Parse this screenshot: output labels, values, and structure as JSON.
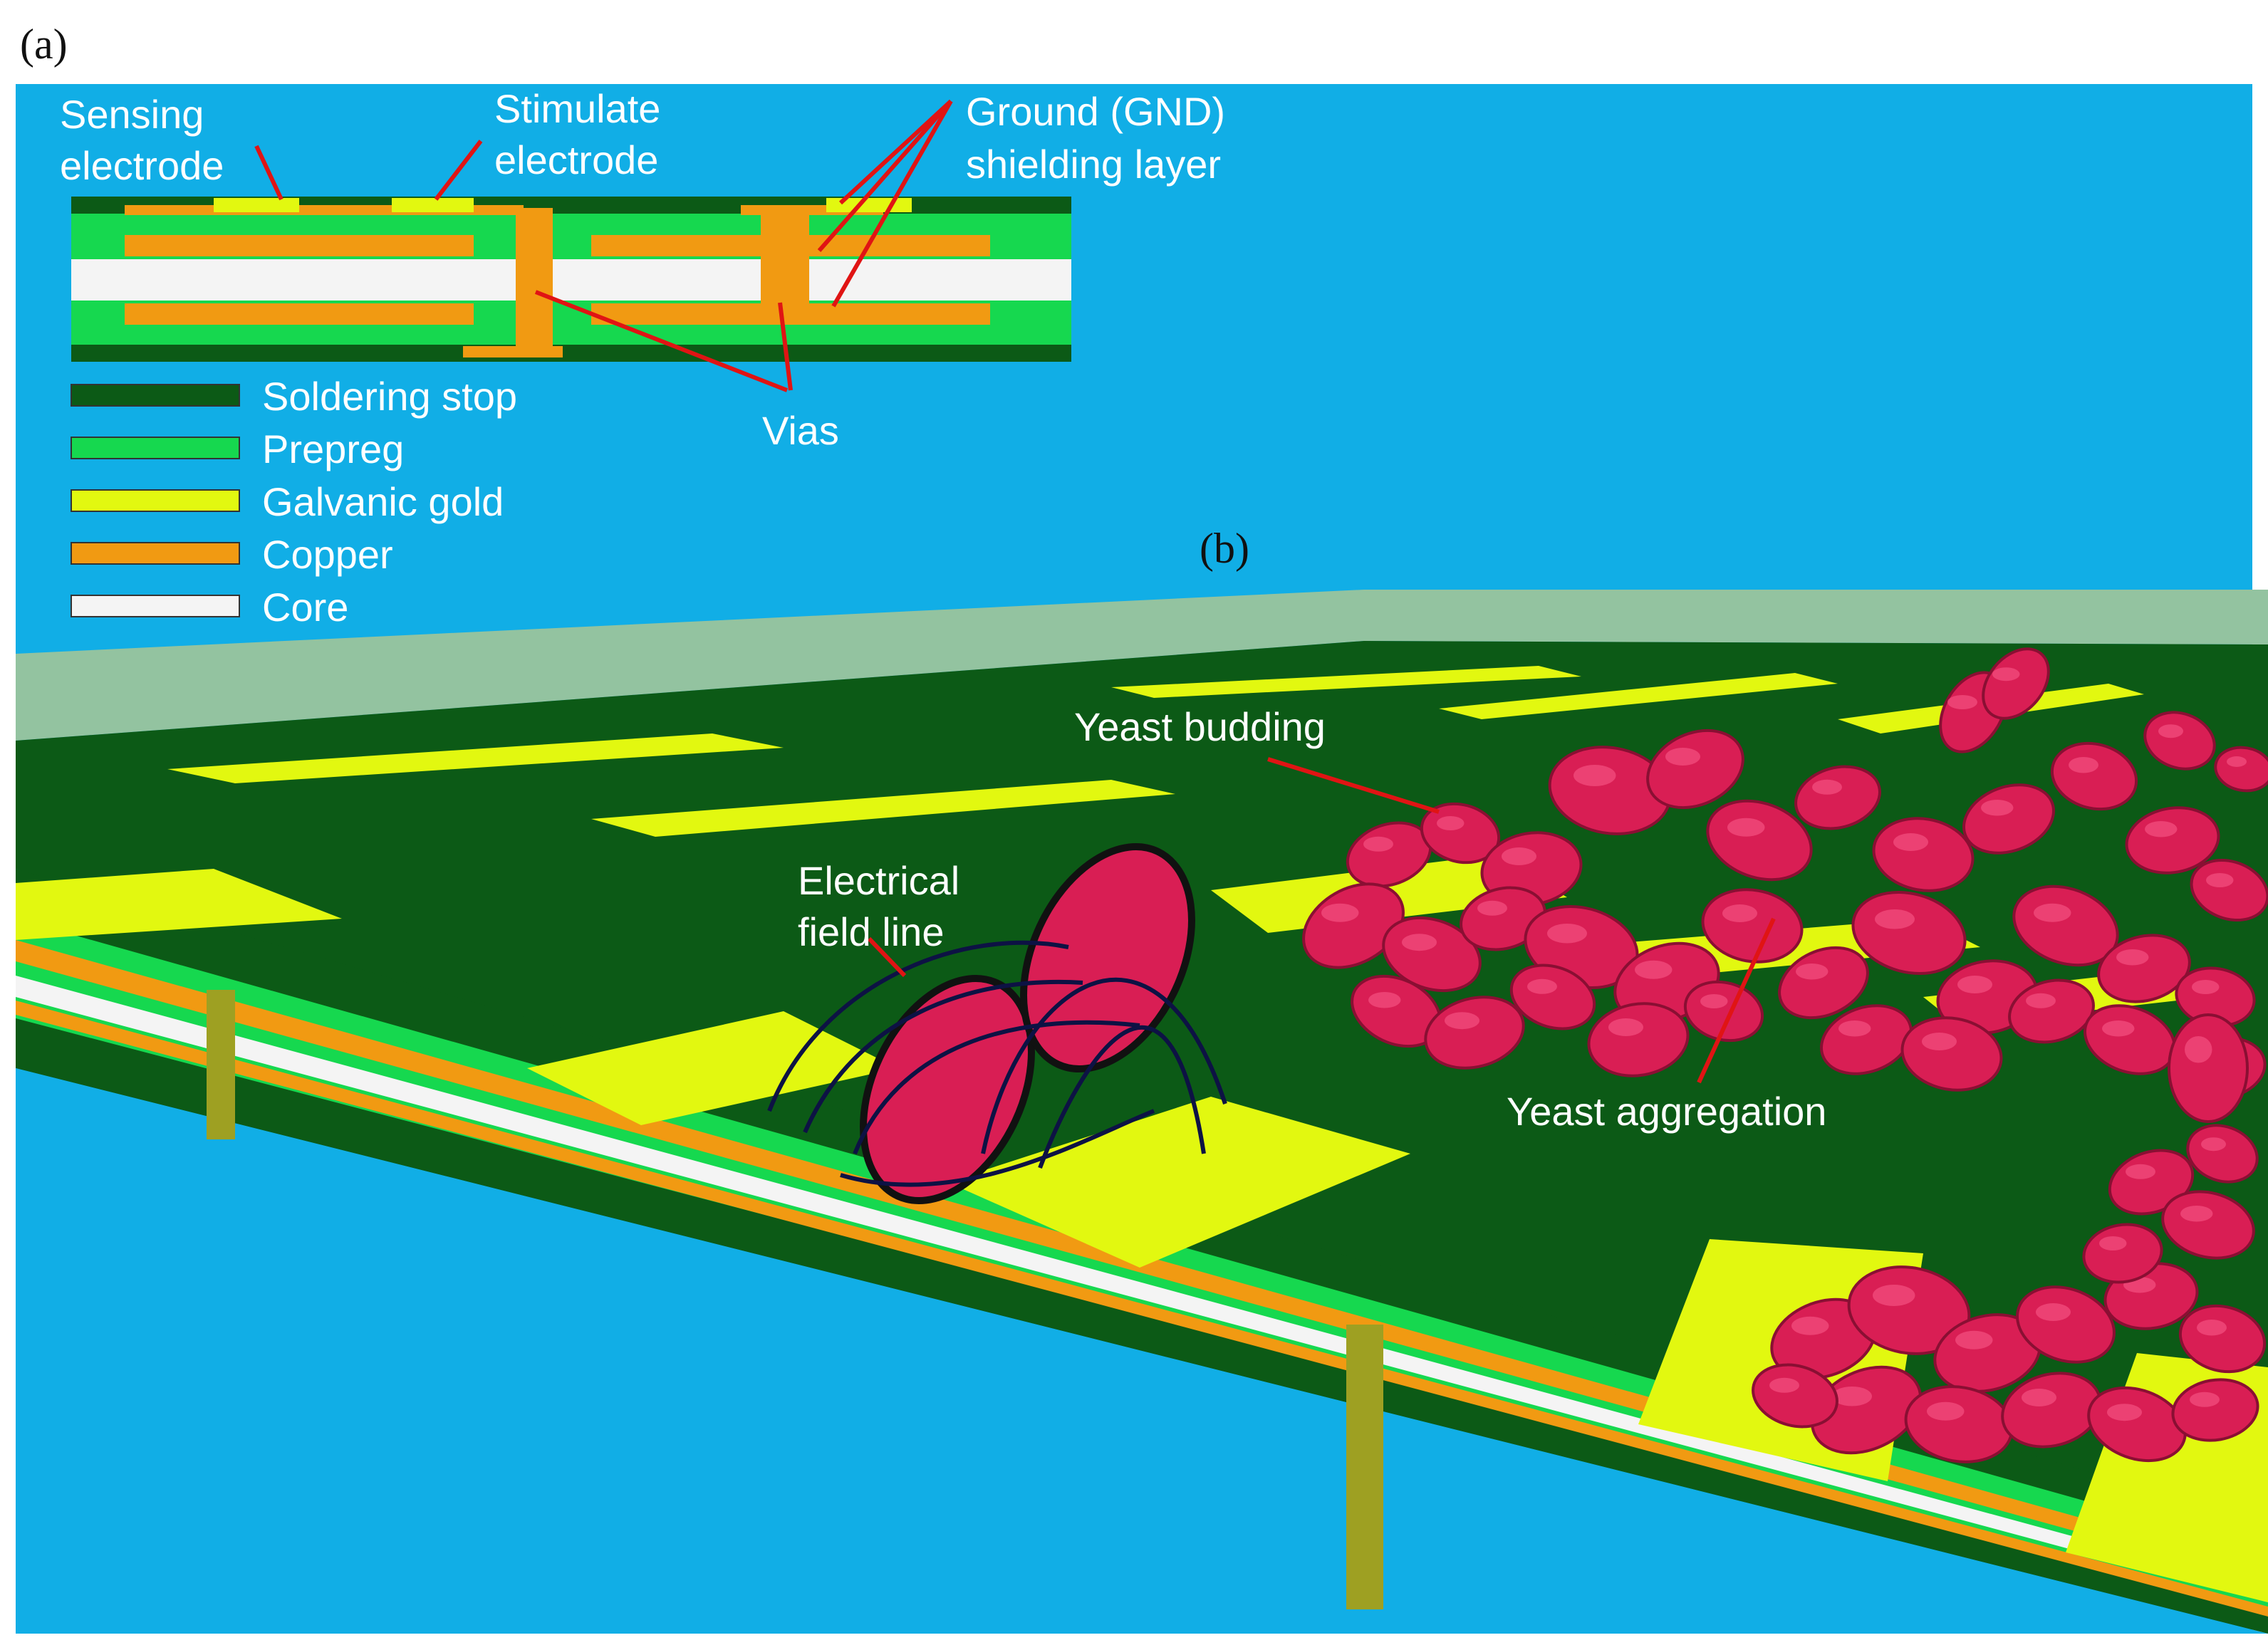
{
  "panel_labels": {
    "a": "(a)",
    "b": "(b)"
  },
  "colors": {
    "background": "#11aee6",
    "soldering_stop": "#0c5a16",
    "prepreg": "#16d84f",
    "galvanic_gold": "#e2f810",
    "copper": "#f19a12",
    "core": "#f4f4f4",
    "wall": "#93c3a0",
    "yeast": "#d91e54",
    "field_line": "#0d1244",
    "callout": "#e01414"
  },
  "stackup_labels": {
    "sensing_electrode": [
      "Sensing",
      "electrode"
    ],
    "stimulate_electrode": [
      "Stimulate",
      "electrode"
    ],
    "ground_shielding": [
      "Ground (GND)",
      "shielding layer"
    ],
    "vias": "Vias"
  },
  "legend": [
    {
      "label": "Soldering stop",
      "color": "#0c5a16"
    },
    {
      "label": "Prepreg",
      "color": "#16d84f"
    },
    {
      "label": "Galvanic gold",
      "color": "#e2f810"
    },
    {
      "label": "Copper",
      "color": "#f19a12"
    },
    {
      "label": "Core",
      "color": "#f4f4f4"
    }
  ],
  "scene_labels": {
    "yeast_budding": "Yeast budding",
    "electrical_field_line": [
      "Electrical",
      "field line"
    ],
    "yeast_aggregation": "Yeast aggregation"
  }
}
